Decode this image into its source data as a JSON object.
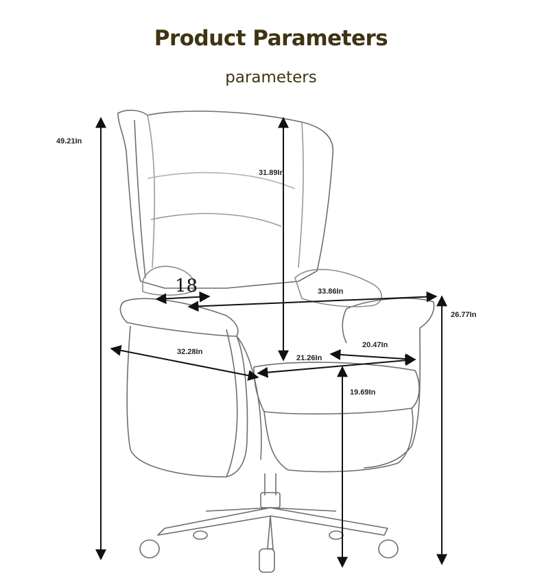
{
  "header": {
    "title": "Product Parameters",
    "subtitle": "parameters"
  },
  "dimensions": {
    "total_height": "49.21In",
    "backrest_height": "31.89In",
    "overall_width": "33.86In",
    "armrest_height": "26.77In",
    "armrest_width": "18",
    "depth": "32.28In",
    "seat_width": "21.26In",
    "seat_depth": "20.47In",
    "seat_height": "19.69In"
  }
}
